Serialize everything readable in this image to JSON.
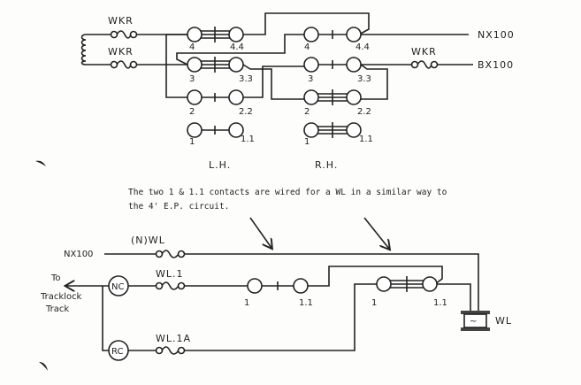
{
  "top": {
    "fuse_labels": [
      "WKR",
      "WKR",
      "WKR"
    ],
    "nx_label": "NX100",
    "bx_label": "BX100",
    "lh_contacts": [
      {
        "left": "4",
        "right": "4.4",
        "state": "made"
      },
      {
        "left": "3",
        "right": "3.3",
        "state": "made"
      },
      {
        "left": "2",
        "right": "2.2",
        "state": "open"
      },
      {
        "left": "1",
        "right": "1.1",
        "state": "open"
      }
    ],
    "rh_contacts": [
      {
        "left": "4",
        "right": "4.4",
        "state": "open"
      },
      {
        "left": "3",
        "right": "3.3",
        "state": "open"
      },
      {
        "left": "2",
        "right": "2.2",
        "state": "made"
      },
      {
        "left": "1",
        "right": "1.1",
        "state": "made"
      }
    ],
    "lh_label": "L.H.",
    "rh_label": "R.H."
  },
  "note": {
    "line1": "The two 1 & 1.1 contacts are wired for a WL in a similar way to",
    "line2": "the 4' E.P. circuit."
  },
  "bottom": {
    "nx_label": "NX100",
    "fuse_nwl": "(N)WL",
    "fuse_wl1": "WL.1",
    "fuse_wl1a": "WL.1A",
    "nc_label": "NC",
    "rc_label": "RC",
    "to_label": "To",
    "tracklock_label": "Tracklock",
    "track_label": "Track",
    "contact_a": {
      "left": "1",
      "right": "1.1"
    },
    "contact_b": {
      "left": "1",
      "right": "1.1"
    },
    "coil_label": "WL",
    "coil_symbol": "~"
  }
}
